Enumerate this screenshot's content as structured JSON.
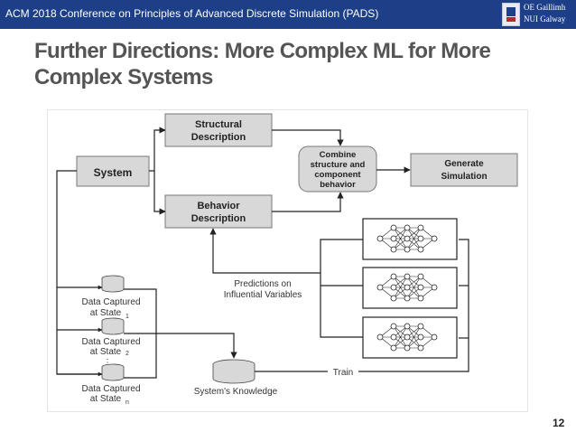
{
  "header": {
    "conference": "ACM 2018 Conference on Principles of Advanced Discrete Simulation (PADS)",
    "logo_line1": "OE Gaillimh",
    "logo_line2": "NUI Galway",
    "bar_color": "#1d3f88"
  },
  "slide": {
    "title": "Further Directions: More Complex ML for More Complex Systems",
    "page_number": "12"
  },
  "diagram": {
    "system": "System",
    "structural_line1": "Structural",
    "structural_line2": "Description",
    "behavior_line1": "Behavior",
    "behavior_line2": "Description",
    "combine_line1": "Combine",
    "combine_line2": "structure and",
    "combine_line3": "component",
    "combine_line4": "behavior",
    "generate_line1": "Generate",
    "generate_line2": "Simulation",
    "predictions_line1": "Predictions on",
    "predictions_line2": "Influential Variables",
    "data1_line1": "Data Captured",
    "data1_line2": "at State",
    "data1_sub": "1",
    "data2_line1": "Data Captured",
    "data2_line2": "at State",
    "data2_sub": "2",
    "data_ellipsis": "⋮",
    "datan_line1": "Data Captured",
    "datan_line2": "at State",
    "datan_sub": "n",
    "knowledge": "System's Knowledge",
    "train": "Train"
  }
}
